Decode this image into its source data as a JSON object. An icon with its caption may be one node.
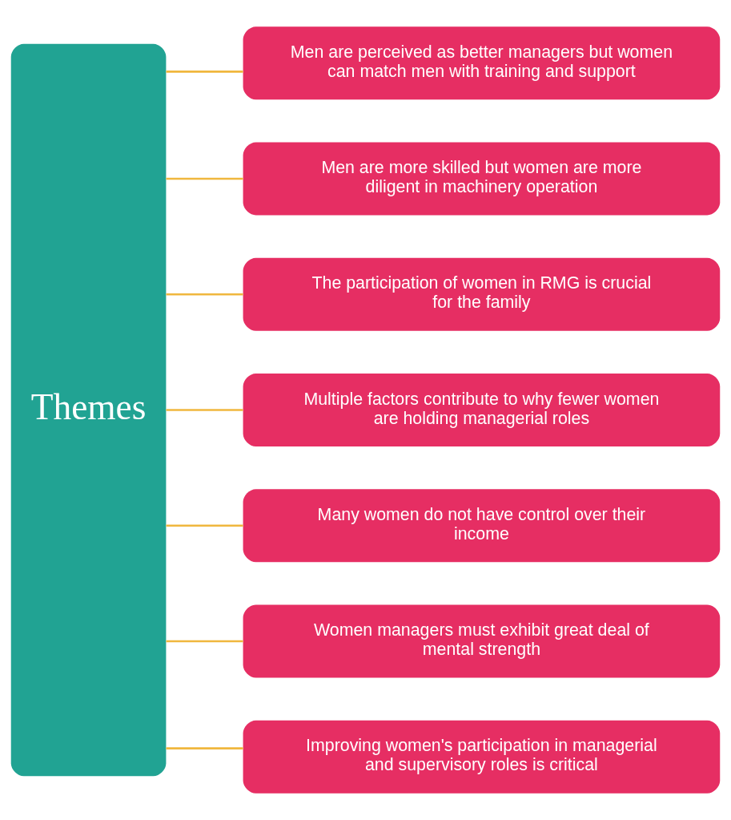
{
  "diagram": {
    "nodes": [
      {
        "text": [
          "Themes"
        ]
      },
      {
        "text": [
          "Men are perceived as better managers but women can match men with training and support"
        ]
      },
      {
        "text": [
          "Men are more skilled but women are more diligent in machinery operation"
        ]
      },
      {
        "text": [
          "The participation of women in RMG is crucial for the family"
        ]
      },
      {
        "text": [
          "Multiple factors contribute to why fewer women are holding managerial roles"
        ]
      },
      {
        "text": [
          "Many women do not have control over their income"
        ]
      },
      {
        "text": [
          "Women managers must exhibit great deal of mental strength"
        ]
      },
      {
        "text": [
          "Improving women's participation in managerial and supervisory roles is critical"
        ]
      }
    ],
    "edges": [
      {
        "from": 0,
        "to": 1,
        "arrow": "none"
      },
      {
        "from": 0,
        "to": 2,
        "arrow": "none"
      },
      {
        "from": 0,
        "to": 3,
        "arrow": "none"
      },
      {
        "from": 0,
        "to": 4,
        "arrow": "none"
      },
      {
        "from": 0,
        "to": 5,
        "arrow": "none"
      },
      {
        "from": 0,
        "to": 6,
        "arrow": "none"
      },
      {
        "from": 0,
        "to": 7,
        "arrow": "none"
      }
    ]
  }
}
